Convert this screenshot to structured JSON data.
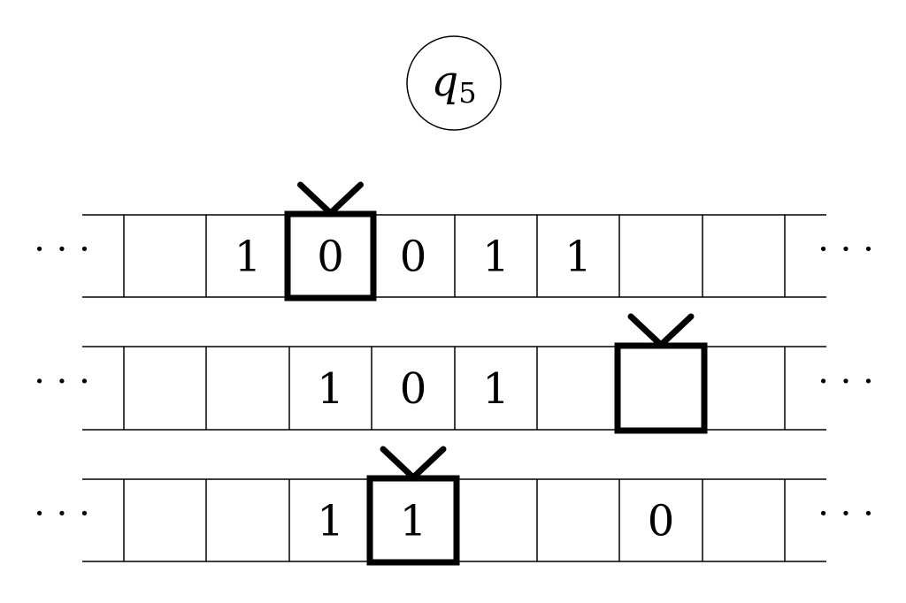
{
  "state": {
    "name": "q",
    "subscript": "5"
  },
  "ellipsis": "· · ·",
  "tapes": [
    {
      "cells": [
        "",
        "",
        "1",
        "0",
        "0",
        "1",
        "1",
        "",
        "",
        ""
      ],
      "head_index": 3
    },
    {
      "cells": [
        "",
        "",
        "",
        "1",
        "0",
        "1",
        "",
        "",
        "",
        ""
      ],
      "head_index": 7
    },
    {
      "cells": [
        "",
        "",
        "",
        "1",
        "1",
        "",
        "",
        "0",
        "",
        ""
      ],
      "head_index": 4
    }
  ]
}
